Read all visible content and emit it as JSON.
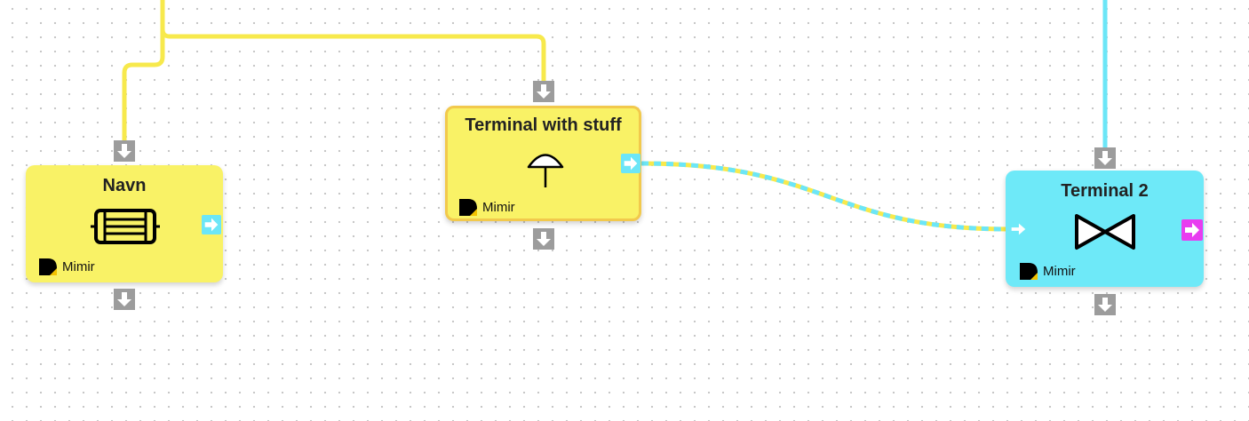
{
  "canvas": {
    "edges": [
      {
        "id": "edge-top-yellow-navn",
        "color": "#f7e94c",
        "dashed": false
      },
      {
        "id": "edge-top-yellow-terminal-with-stuff",
        "color": "#f7e94c",
        "dashed": false
      },
      {
        "id": "edge-top-cyan-terminal-2",
        "color": "#6ce6f7",
        "dashed": false
      },
      {
        "id": "edge-terminal-with-stuff-to-terminal-2",
        "colors": [
          "#6ce6f7",
          "#f7e94c"
        ],
        "dashed": true
      }
    ]
  },
  "nodes": {
    "navn": {
      "title": "Navn",
      "library": "Mimir",
      "icon": "heat-exchanger-icon",
      "fill": "#f9f266",
      "ports": {
        "top": "arrow-down",
        "bottom": "arrow-down",
        "right": "arrow-right-cyan"
      }
    },
    "terminal_with_stuff": {
      "title": "Terminal with stuff",
      "library": "Mimir",
      "icon": "umbrella-icon",
      "fill": "#f9f266",
      "border": "#f2c94c",
      "selected": true,
      "ports": {
        "top": "arrow-down",
        "bottom": "arrow-down",
        "right": "arrow-right-cyan"
      }
    },
    "terminal_2": {
      "title": "Terminal 2",
      "library": "Mimir",
      "icon": "valve-icon",
      "fill": "#6ee9f8",
      "ports": {
        "top": "arrow-down",
        "bottom": "arrow-down",
        "left": "arrow-right-white",
        "right": "arrow-right-magenta"
      }
    }
  },
  "colors": {
    "port_gray": "#9c9c9c",
    "port_cyan": "#6ce6f7",
    "port_magenta": "#e83cf0",
    "yellow_edge": "#f7e94c",
    "cyan_edge": "#6ce6f7"
  }
}
